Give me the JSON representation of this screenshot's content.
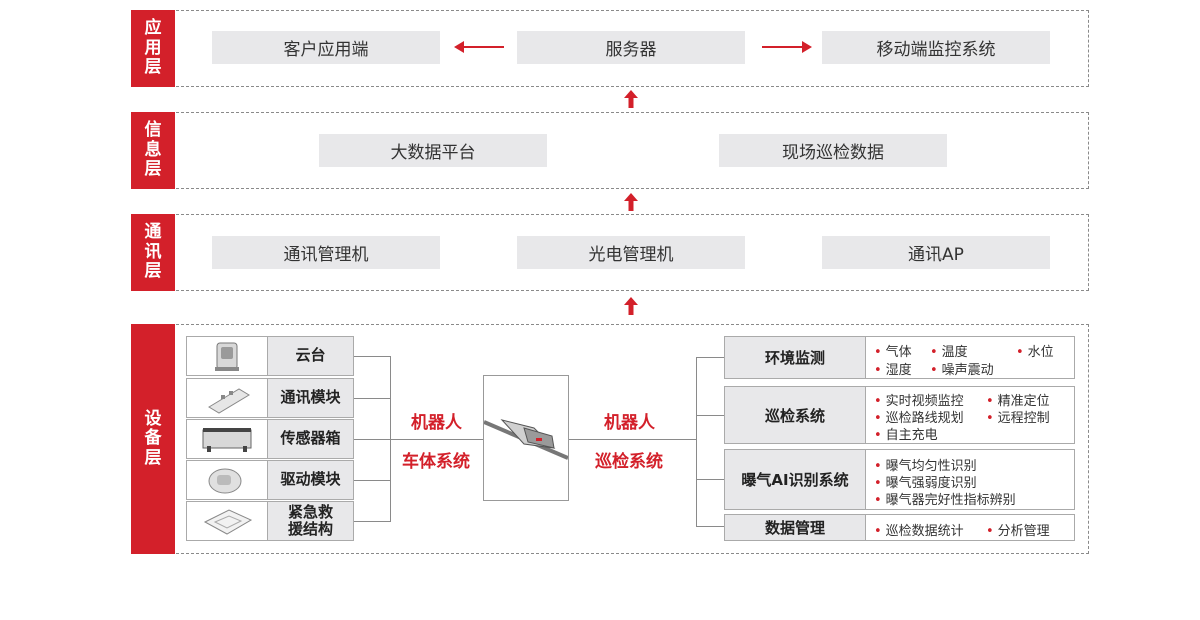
{
  "layers": {
    "app": {
      "tag": "应用层",
      "boxes": [
        "客户应用端",
        "服务器",
        "移动端监控系统"
      ]
    },
    "info": {
      "tag": "信息层",
      "boxes": [
        "大数据平台",
        "现场巡检数据"
      ]
    },
    "comm": {
      "tag": "通讯层",
      "boxes": [
        "通讯管理机",
        "光电管理机",
        "通讯AP"
      ]
    },
    "device": {
      "tag": "设备层"
    }
  },
  "devices": [
    "云台",
    "通讯模块",
    "传感器箱",
    "驱动模块",
    "紧急救援结构"
  ],
  "robot": {
    "left_title": "机器人",
    "left_sub": "车体系统",
    "right_title": "机器人",
    "right_sub": "巡检系统"
  },
  "systems": [
    {
      "name": "环境监测",
      "items": [
        "气体",
        "温度",
        "水位",
        "湿度",
        "噪声震动"
      ]
    },
    {
      "name": "巡检系统",
      "items": [
        "实时视频监控",
        "精准定位",
        "巡检路线规划",
        "远程控制",
        "自主充电"
      ]
    },
    {
      "name": "曝气AI识别系统",
      "items": [
        "曝气均匀性识别",
        "曝气强弱度识别",
        "曝气器完好性指标辨别"
      ]
    },
    {
      "name": "数据管理",
      "items": [
        "巡检数据统计",
        "分析管理"
      ]
    }
  ],
  "colors": {
    "accent": "#d3202a",
    "box": "#e8e8ea",
    "border": "#8a8a8a"
  }
}
